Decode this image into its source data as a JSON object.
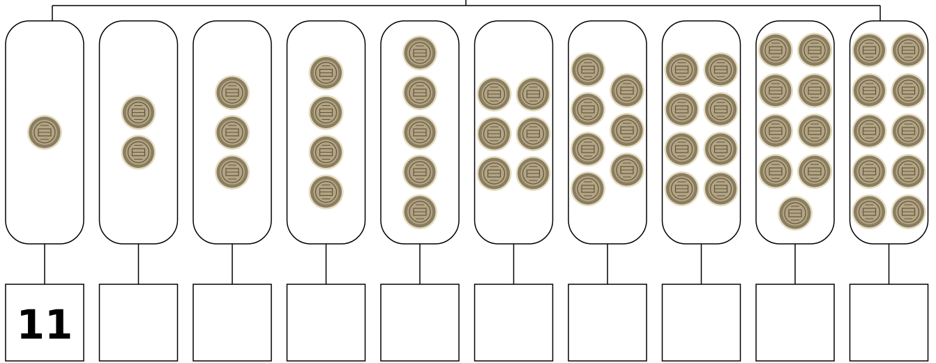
{
  "colors": {
    "line": "#000000",
    "coin_edge": "#e4dcc0",
    "coin_face": "#8a7d60",
    "coin_ring": "#b3a583",
    "coin_detail": "#5f5440"
  },
  "columns": [
    {
      "coin_count": 1,
      "answer": "11"
    },
    {
      "coin_count": 2,
      "answer": ""
    },
    {
      "coin_count": 3,
      "answer": ""
    },
    {
      "coin_count": 4,
      "answer": ""
    },
    {
      "coin_count": 5,
      "answer": ""
    },
    {
      "coin_count": 6,
      "answer": ""
    },
    {
      "coin_count": 7,
      "answer": ""
    },
    {
      "coin_count": 8,
      "answer": ""
    },
    {
      "coin_count": 9,
      "answer": ""
    },
    {
      "coin_count": 10,
      "answer": ""
    }
  ]
}
